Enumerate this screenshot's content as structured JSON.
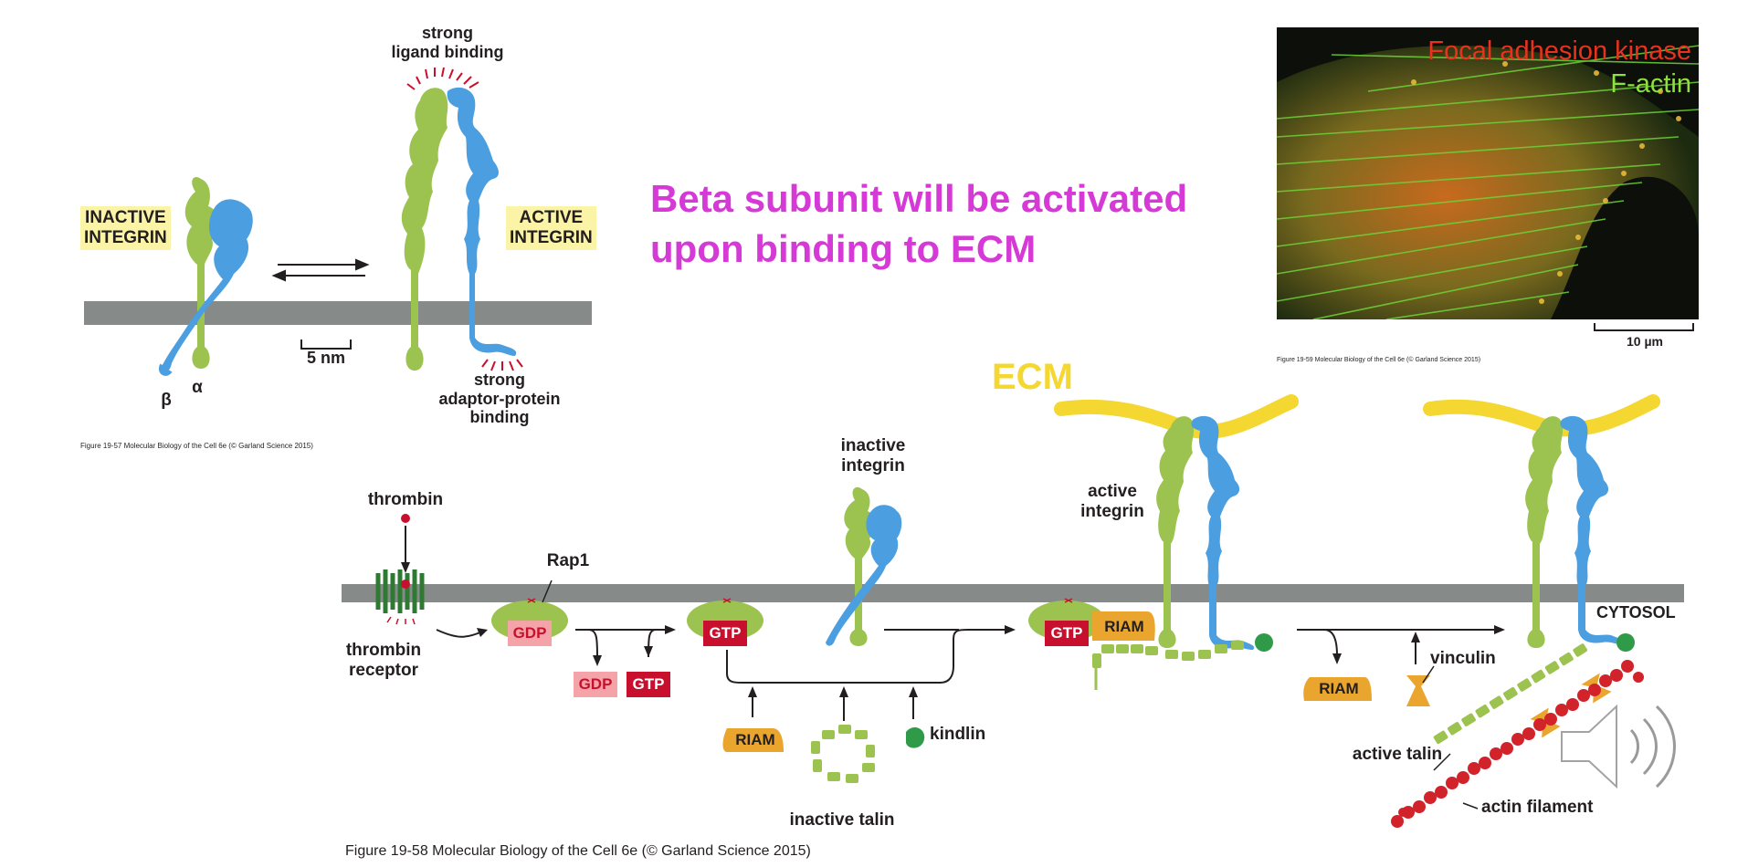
{
  "colors": {
    "alpha_subunit": "#9cc250",
    "beta_subunit": "#4b9ee0",
    "membrane": "#868b89",
    "ecm": "#f5d731",
    "gtp_box": "#c8102e",
    "gdp_box": "#f4a3a8",
    "riam": "#e9a52d",
    "actin": "#d2232a",
    "kindlin": "#2f9a47",
    "heading": "#d63ad6",
    "tag_bg": "#fbf3a6"
  },
  "integrin_states": {
    "inactive_tag": "INACTIVE\nINTEGRIN",
    "active_tag": "ACTIVE\nINTEGRIN",
    "ligand_binding": "strong\nligand binding",
    "adaptor_binding": "strong\nadaptor-protein\nbinding",
    "scale": "5 nm",
    "beta": "β",
    "alpha": "α",
    "caption": "Figure 19-57  Molecular Biology of the Cell 6e (© Garland Science 2015)"
  },
  "heading": {
    "line1": "Beta subunit will be activated",
    "line2": "upon binding to ECM"
  },
  "micrograph": {
    "label_red": "Focal adhesion kinase",
    "label_green": "F-actin",
    "scale": "10 µm",
    "caption": "Figure 19-59  Molecular Biology of the Cell 6e (© Garland Science 2015)"
  },
  "activation_pathway": {
    "ecm": "ECM",
    "thrombin": "thrombin",
    "thrombin_receptor": "thrombin\nreceptor",
    "rap1": "Rap1",
    "gdp": "GDP",
    "gtp": "GTP",
    "riam": "RIAM",
    "kindlin": "kindlin",
    "inactive_talin": "inactive talin",
    "inactive_integrin": "inactive\nintegrin",
    "active_integrin": "active\nintegrin",
    "cytosol": "CYTOSOL",
    "vinculin": "vinculin",
    "active_talin": "active talin",
    "actin_filament": "actin filament",
    "caption": "Figure 19-58  Molecular Biology of the Cell 6e (© Garland Science 2015)"
  },
  "speaker_icon": "speaker-icon"
}
